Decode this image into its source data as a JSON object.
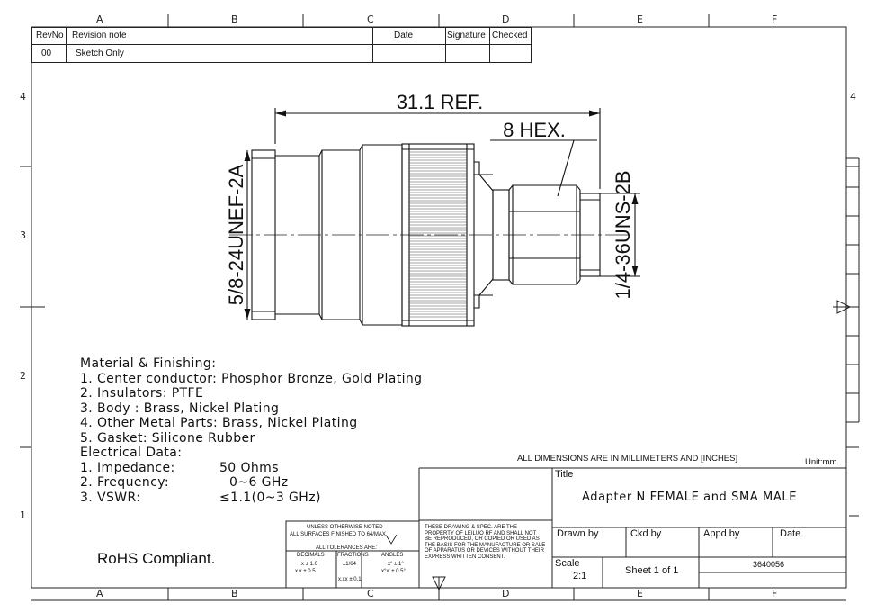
{
  "zone_letters": [
    "A",
    "B",
    "C",
    "D",
    "E",
    "F"
  ],
  "zone_numbers": [
    "4",
    "3",
    "2",
    "1"
  ],
  "revision_table": {
    "headers": [
      "RevNo",
      "Revision note",
      "Date",
      "Signature",
      "Checked"
    ],
    "rows": [
      [
        "00",
        "Sketch Only",
        "",
        "",
        ""
      ]
    ]
  },
  "drawing": {
    "overall_length": "31.1 REF.",
    "hex_size": "8 HEX.",
    "left_thread": "5/8-24UNEF-2A",
    "right_thread": "1/4-36UNS-2B"
  },
  "notes": {
    "material_heading": "Material & Finishing:",
    "material_items": [
      "1. Center conductor: Phosphor Bronze, Gold Plating",
      "2. Insulators: PTFE",
      "3. Body : Brass, Nickel Plating",
      "4. Other Metal Parts: Brass, Nickel Plating",
      "5. Gasket: Silicone Rubber"
    ],
    "electrical_heading": "Electrical Data:",
    "electrical_items": [
      {
        "label": "1. Impedance:",
        "value": "50 Ohms"
      },
      {
        "label": "2. Frequency:",
        "value": "0~6 GHz"
      },
      {
        "label": "3. VSWR:",
        "value": "≤1.1(0~3 GHz)"
      }
    ]
  },
  "rohs": "RoHS Compliant.",
  "tolerances": {
    "line1": "UNLESS OTHERWISE NOTED",
    "line2": "ALL SURFACES FINISHED TO 64/MAX.",
    "line3": "ALL TOLERANCES ARE:",
    "headers": [
      "DECIMALS",
      "FRACTIONS",
      "ANGLES"
    ],
    "dec1": "x ± 1.0",
    "dec2": "x.x ± 0.5",
    "dec3": "x.xx ± 0.1",
    "frac": "±1/64",
    "ang1": "x° ± 1°",
    "ang2": "x°x' ± 0.5°"
  },
  "property_notice": [
    "THESE DRAWING & SPEC. ARE THE",
    "PROPERTY OF LEILUO RF AND SHALL NOT",
    "BE REPRODUCED, OR COPIED OR USED AS",
    "THE BASIS FOR THE MANUFACTURE OR SALE",
    "OF APPARATUS OR DEVICES WITHOUT THEIR",
    "EXPRESS WRITTEN CONSENT."
  ],
  "title_block": {
    "dims_note": "ALL DIMENSIONS ARE IN MILLIMETERS AND [INCHES]",
    "unit": "Unit:mm",
    "title_label": "Title",
    "title": "Adapter N FEMALE and SMA MALE",
    "drawn_by": "Drawn by",
    "ckd_by": "Ckd by",
    "appd_by": "Appd by",
    "date": "Date",
    "scale_label": "Scale",
    "scale": "2:1",
    "sheet": "Sheet 1 of 1",
    "part_no": "3640056"
  }
}
